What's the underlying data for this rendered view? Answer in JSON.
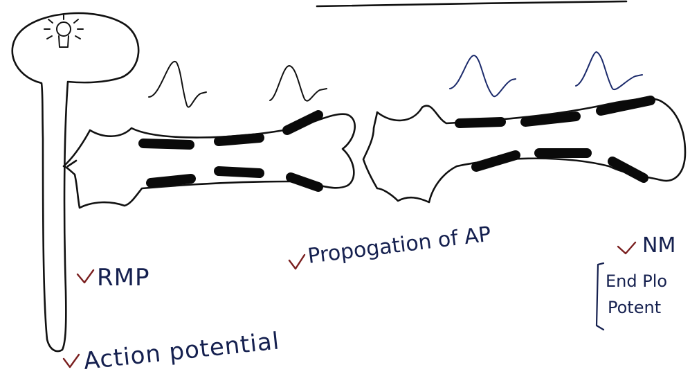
{
  "labels": {
    "rmp": "RMP",
    "action_potential": "Action potential",
    "propagation": "Propogation of AP",
    "nm": "NM",
    "end_plate_line1": "End Plo",
    "end_plate_line2": "Potent"
  },
  "icons": {
    "soma": "lightbulb-icon",
    "check": "check-mark-icon"
  },
  "colors": {
    "ink": "#111111",
    "check_mark": "#7a1f1f",
    "handwriting": "#15204f"
  }
}
